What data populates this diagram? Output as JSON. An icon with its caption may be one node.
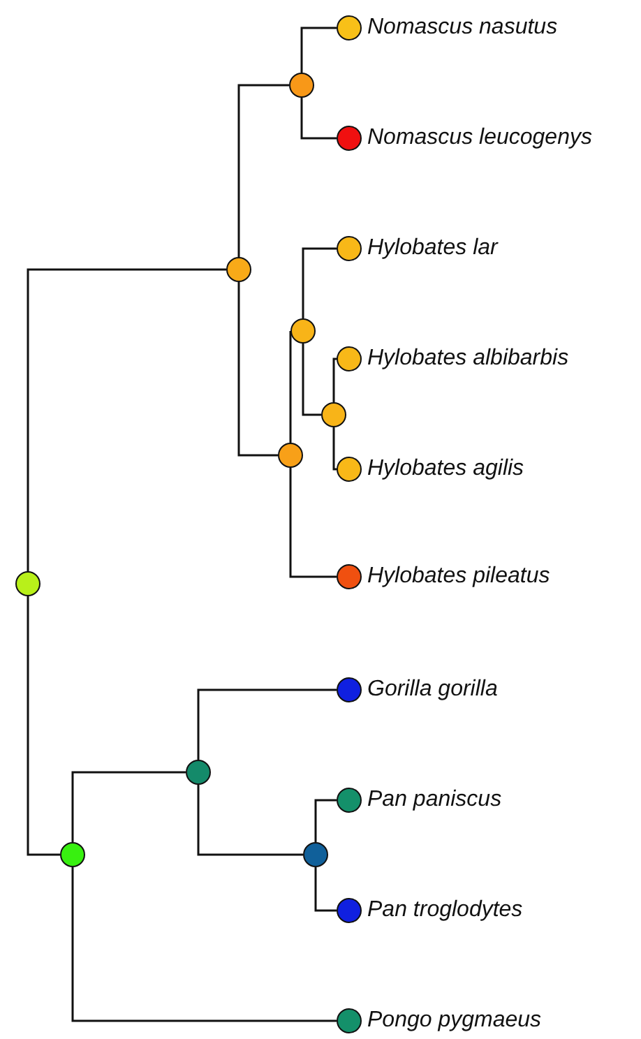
{
  "diagram": {
    "nodes": [
      {
        "text": [],
        "shape": "circle"
      },
      {
        "text": [],
        "shape": "circle"
      },
      {
        "text": [],
        "shape": "circle"
      },
      {
        "text": [],
        "shape": "circle",
        "beside": [
          "Nomascus nasutus"
        ]
      },
      {
        "text": [],
        "shape": "circle",
        "beside": [
          "Nomascus leucogenys"
        ]
      },
      {
        "text": [],
        "shape": "circle"
      },
      {
        "text": [],
        "shape": "circle"
      },
      {
        "text": [],
        "shape": "circle",
        "beside": [
          "Hylobates lar"
        ]
      },
      {
        "text": [],
        "shape": "circle"
      },
      {
        "text": [],
        "shape": "circle",
        "beside": [
          "Hylobates albibarbis"
        ]
      },
      {
        "text": [],
        "shape": "circle",
        "beside": [
          "Hylobates agilis"
        ]
      },
      {
        "text": [],
        "shape": "circle",
        "beside": [
          "Hylobates pileatus"
        ]
      },
      {
        "text": [],
        "shape": "circle"
      },
      {
        "text": [],
        "shape": "circle"
      },
      {
        "text": [],
        "shape": "circle",
        "beside": [
          "Gorilla gorilla"
        ]
      },
      {
        "text": [],
        "shape": "circle"
      },
      {
        "text": [],
        "shape": "circle",
        "beside": [
          "Pan paniscus"
        ]
      },
      {
        "text": [],
        "shape": "circle",
        "beside": [
          "Pan troglodytes"
        ]
      },
      {
        "text": [],
        "shape": "circle",
        "beside": [
          "Pongo pygmaeus"
        ]
      }
    ],
    "edges": [
      {
        "from": 0,
        "to": 1,
        "arrow": "none"
      },
      {
        "from": 0,
        "to": 12,
        "arrow": "none"
      },
      {
        "from": 1,
        "to": 2,
        "arrow": "none"
      },
      {
        "from": 1,
        "to": 5,
        "arrow": "none"
      },
      {
        "from": 2,
        "to": 3,
        "arrow": "none"
      },
      {
        "from": 2,
        "to": 4,
        "arrow": "none"
      },
      {
        "from": 5,
        "to": 6,
        "arrow": "none"
      },
      {
        "from": 5,
        "to": 11,
        "arrow": "none"
      },
      {
        "from": 6,
        "to": 7,
        "arrow": "none"
      },
      {
        "from": 6,
        "to": 8,
        "arrow": "none"
      },
      {
        "from": 8,
        "to": 9,
        "arrow": "none"
      },
      {
        "from": 8,
        "to": 10,
        "arrow": "none"
      },
      {
        "from": 12,
        "to": 13,
        "arrow": "none"
      },
      {
        "from": 12,
        "to": 18,
        "arrow": "none"
      },
      {
        "from": 13,
        "to": 14,
        "arrow": "none"
      },
      {
        "from": 13,
        "to": 15,
        "arrow": "none"
      },
      {
        "from": 15,
        "to": 16,
        "arrow": "none"
      },
      {
        "from": 15,
        "to": 17,
        "arrow": "none"
      }
    ]
  }
}
